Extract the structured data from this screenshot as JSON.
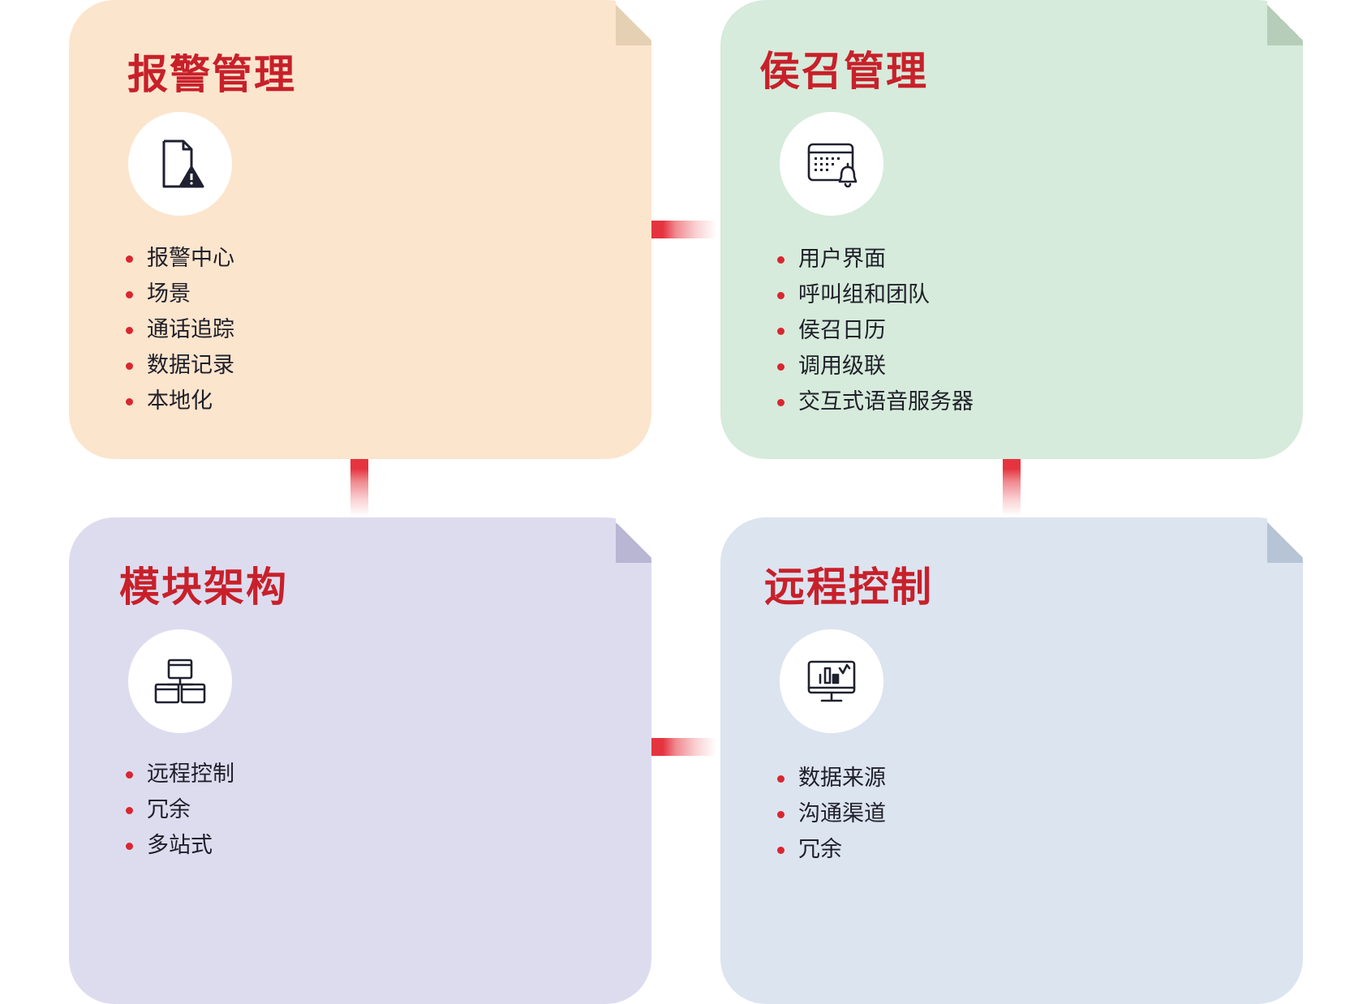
{
  "cards": [
    {
      "title": "报警管理",
      "icon": "document-warning-icon",
      "background": "#fce5cd",
      "fold_color": "#e6d0b4",
      "items": [
        "报警中心",
        "场景",
        "通话追踪",
        "数据记录",
        "本地化"
      ]
    },
    {
      "title": "侯召管理",
      "icon": "calendar-bell-icon",
      "background": "#d6ebdb",
      "fold_color": "#b6cdb9",
      "items": [
        "用户界面",
        "呼叫组和团队",
        "侯召日历",
        "调用级联",
        "交互式语音服务器"
      ]
    },
    {
      "title": "模块架构",
      "icon": "module-blocks-icon",
      "background": "#dddcef",
      "fold_color": "#b8b6d3",
      "items": [
        "远程控制",
        "冗余",
        "多站式"
      ]
    },
    {
      "title": "远程控制",
      "icon": "monitor-chart-icon",
      "background": "#dce4f0",
      "fold_color": "#b7c4d6",
      "items": [
        "数据来源",
        "沟通渠道",
        "冗余"
      ]
    }
  ],
  "colors": {
    "title": "#c8202a",
    "bullet": "#d9262f",
    "connector": "#e5343f",
    "icon_stroke": "#1f2030"
  }
}
